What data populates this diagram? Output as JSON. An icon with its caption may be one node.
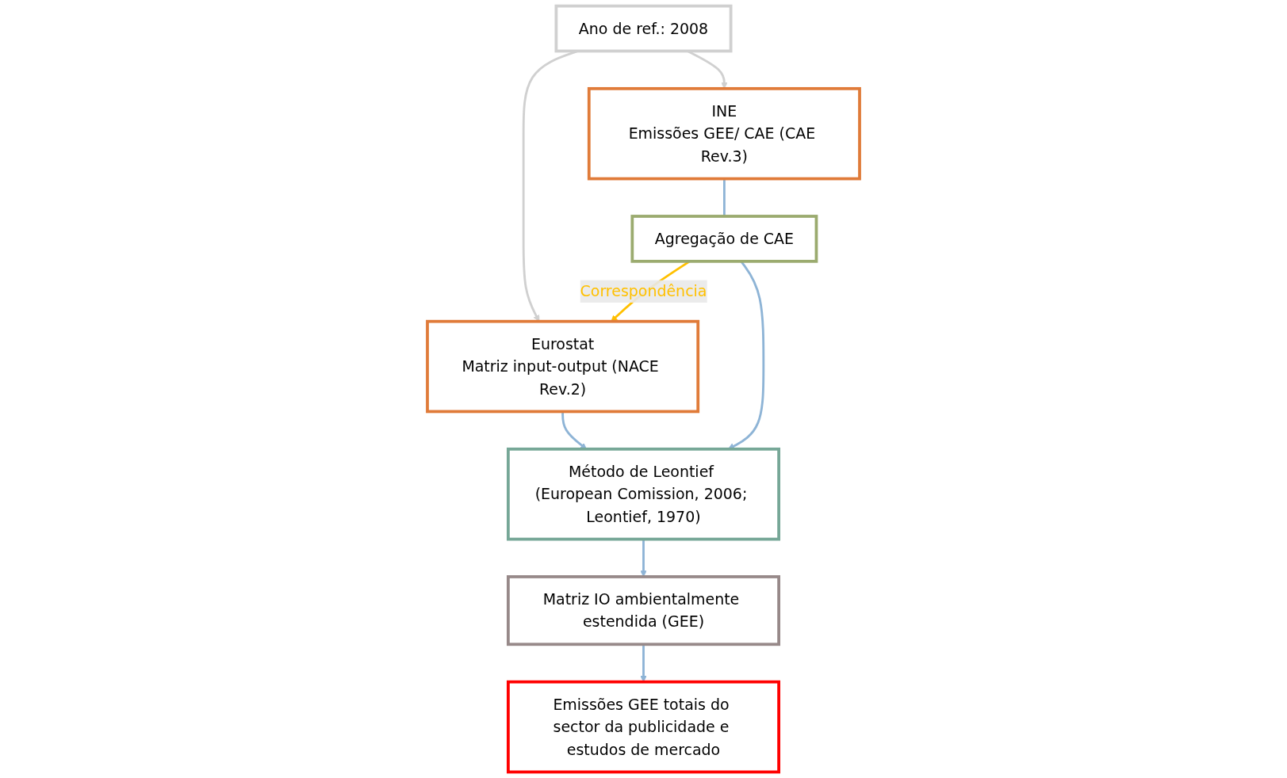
{
  "diagram": {
    "nodes": [
      {
        "text": [
          "Ano de ref.: 2008"
        ]
      },
      {
        "text": [
          "Eurostat",
          "Matriz input-output (NACE Rev.2)"
        ]
      },
      {
        "text": [
          "INE",
          "Emissões GEE/ CAE (CAE Rev.3)"
        ]
      },
      {
        "text": [
          "Agregação de CAE"
        ]
      },
      {
        "text": [
          "Método de Leontief (European Comission, 2006; Leontief, 1970)"
        ]
      },
      {
        "text": [
          "Matriz IO ambientalmente estendida (GEE)"
        ]
      },
      {
        "text": [
          "Emissões GEE totais do sector da publicidade e estudos de mercado"
        ]
      }
    ],
    "edges": [
      {
        "from": 0,
        "to": 1,
        "arrow": "to",
        "color": "#d0d0d0"
      },
      {
        "from": 0,
        "to": 2,
        "arrow": "to",
        "color": "#d0d0d0"
      },
      {
        "from": 2,
        "to": 3,
        "arrow": "none"
      },
      {
        "from": 3,
        "to": 1,
        "arrow": "to",
        "label": "Correspondência",
        "color": "#ffc000"
      },
      {
        "from": 1,
        "to": 4,
        "arrow": "to"
      },
      {
        "from": 3,
        "to": 4,
        "arrow": "to"
      },
      {
        "from": 4,
        "to": 5,
        "arrow": "to"
      },
      {
        "from": 5,
        "to": 6,
        "arrow": "to"
      }
    ]
  }
}
